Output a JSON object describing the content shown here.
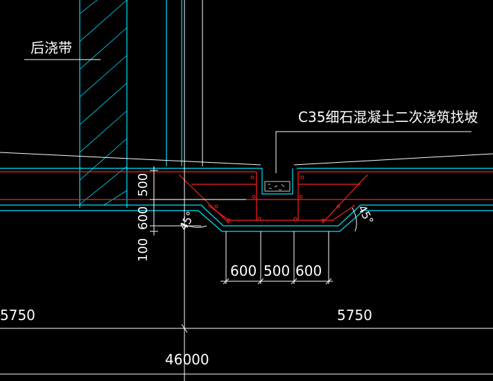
{
  "labels": {
    "post_pour_strip": "后浇带",
    "concrete_note": "C35细石混凝土二次浇筑找坡",
    "dim_500_vertical": "500",
    "dim_600_vertical": "600",
    "dim_100_vertical": "100",
    "angle_left": "45°",
    "angle_right": "45°",
    "dim_600_left": "600",
    "dim_500_center": "500",
    "dim_600_right": "600",
    "span_left": "5750",
    "span_right": "5750",
    "total_length": "46000"
  },
  "colors": {
    "background": "#000000",
    "structure_lines": "#00e5ff",
    "rebar_lines": "#ff2020",
    "annotation_lines": "#ffffff",
    "text": "#ffffff"
  }
}
